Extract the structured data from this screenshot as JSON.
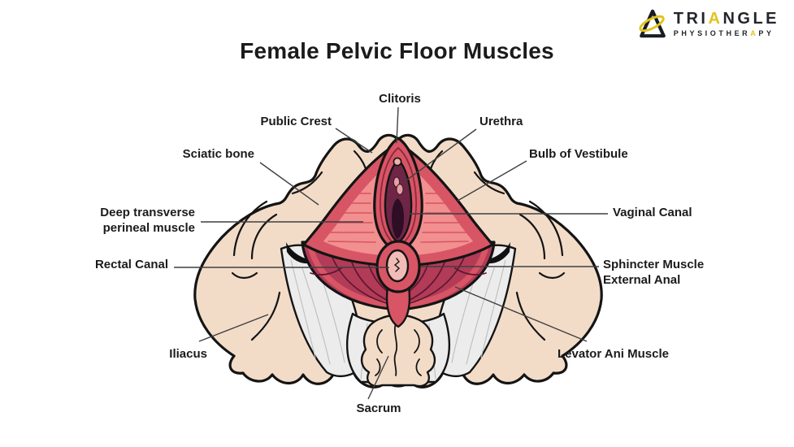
{
  "title": "Female Pelvic Floor Muscles",
  "logo": {
    "line1_pre": "TRI",
    "line1_accent": "A",
    "line1_post": "NGLE",
    "line2_pre": "PHYSIOTHER",
    "line2_accent": "A",
    "line2_post": "PY",
    "accent_color": "#e3c31c",
    "text_color": "#23252b"
  },
  "annotations": {
    "clitoris": "Clitoris",
    "public_crest": "Public Crest",
    "urethra": "Urethra",
    "sciatic_bone": "Sciatic bone",
    "bulb_of_vestibule": "Bulb of Vestibule",
    "deep_transverse_line1": "Deep transverse",
    "deep_transverse_line2": "perineal muscle",
    "vaginal_canal": "Vaginal Canal",
    "rectal_canal": "Rectal Canal",
    "sphincter_line1": "Sphincter Muscle",
    "sphincter_line2": "External Anal",
    "iliacus": "Iliacus",
    "levator_ani": "Levator Ani Muscle",
    "sacrum": "Sacrum"
  },
  "colors": {
    "bone": "#f2dcc8",
    "ligament": "#ececec",
    "ligament_fiber": "#bdbdbd",
    "muscle_light": "#f28f8f",
    "muscle_mid": "#d75564",
    "muscle_deep": "#b23b58",
    "muscle_striation": "#5d1730",
    "canal_dark": "#6e2546",
    "canal_deepest": "#2f0d24",
    "anus_inner": "#f2bcb6",
    "urethra_spot": "#e2a2a4",
    "clitoris_spot": "#efb3ae",
    "outline": "#141414",
    "leader": "#3f3f3f"
  }
}
